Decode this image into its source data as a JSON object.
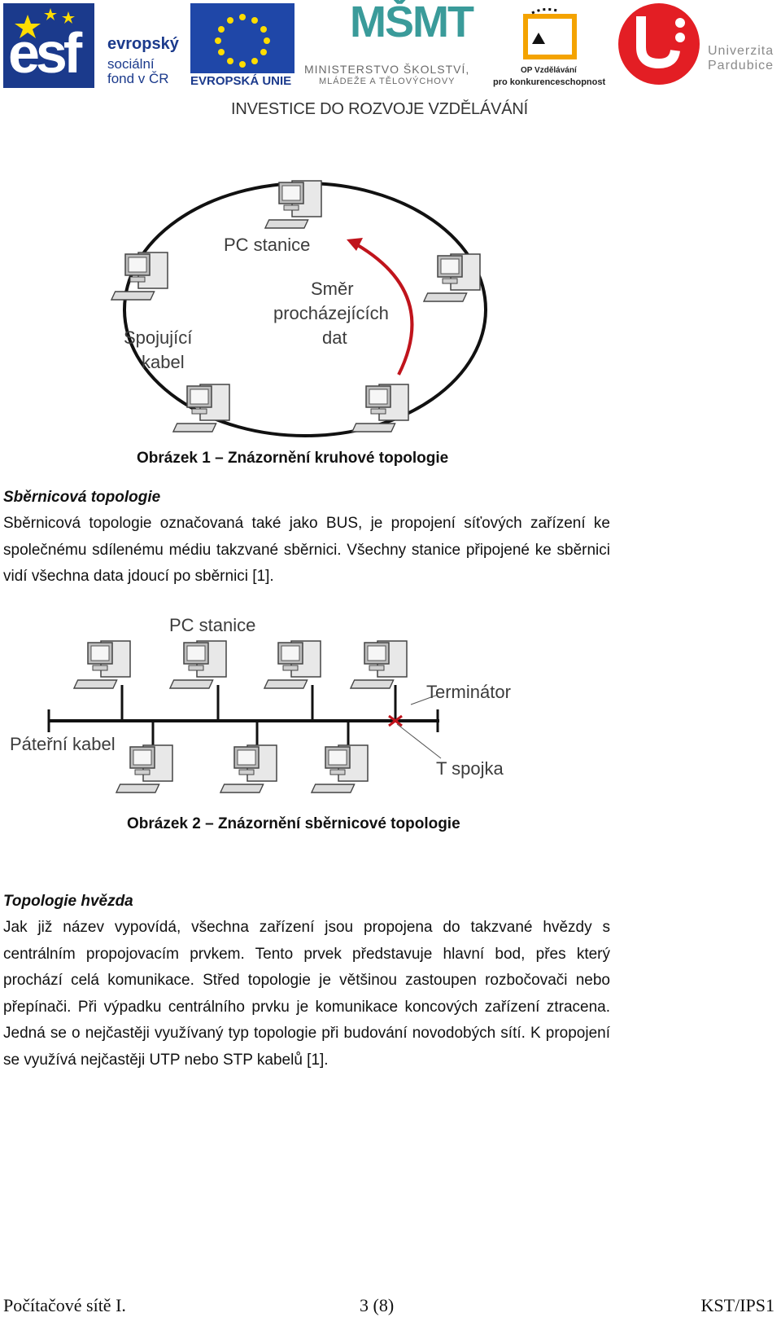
{
  "header": {
    "esf": {
      "letters": "esf",
      "line1": "evropský",
      "line2": "sociální",
      "line3": "fond v ČR"
    },
    "eu": {
      "caption": "EVROPSKÁ UNIE"
    },
    "msmt": {
      "logo": "MŠMT",
      "line1": "MINISTERSTVO ŠKOLSTVÍ,",
      "line2": "MLÁDEŽE A TĚLOVÝCHOVY"
    },
    "op": {
      "line1": "OP Vzdělávání",
      "line2": "pro konkurenceschopnost"
    },
    "upce": {
      "line1": "Univerzita",
      "line2": "Pardubice"
    },
    "tagline": "INVESTICE DO ROZVOJE VZDĚLÁVÁNÍ"
  },
  "figure1": {
    "label_pc": "PC stanice",
    "label_direction_1": "Směr",
    "label_direction_2": "procházejících",
    "label_direction_3": "dat",
    "label_cable_1": "Spojující",
    "label_cable_2": "kabel",
    "caption": "Obrázek 1 – Znázornění kruhové topologie"
  },
  "section_bus": {
    "heading": "Sběrnicová topologie",
    "text": "Sběrnicová topologie označovaná také jako BUS, je propojení síťových zařízení ke společnému sdílenému médiu takzvané sběrnici. Všechny stanice připojené ke sběrnici vidí všechna data jdoucí po sběrnici [1]."
  },
  "figure2": {
    "label_pc": "PC stanice",
    "label_terminator": "Terminátor",
    "label_backbone": "Páteřní kabel",
    "label_tjoint": "T spojka",
    "caption": "Obrázek 2 – Znázornění sběrnicové topologie"
  },
  "section_star": {
    "heading": "Topologie hvězda",
    "text": "Jak již název vypovídá, všechna zařízení jsou propojena do takzvané hvězdy s centrálním propojovacím prvkem. Tento prvek představuje hlavní bod, přes který prochází celá komunikace. Střed topologie je většinou zastoupen rozbočovači nebo přepínači. Při výpadku centrálního prvku je komunikace koncových zařízení ztracena. Jedná se o nejčastěji využívaný typ topologie při budování novodobých sítí. K propojení se využívá nejčastěji UTP nebo STP kabelů [1]."
  },
  "footer": {
    "left": "Počítačové sítě I.",
    "center": "3 (8)",
    "right": "KST/IPS1"
  },
  "colors": {
    "esf_blue": "#1b3a8c",
    "eu_blue": "#1f47a8",
    "eu_star": "#ffdd00",
    "msmt_teal": "#3a9b9a",
    "op_orange": "#f4a300",
    "upce_red": "#e31e24",
    "ring_arrow_red": "#c0141c"
  }
}
